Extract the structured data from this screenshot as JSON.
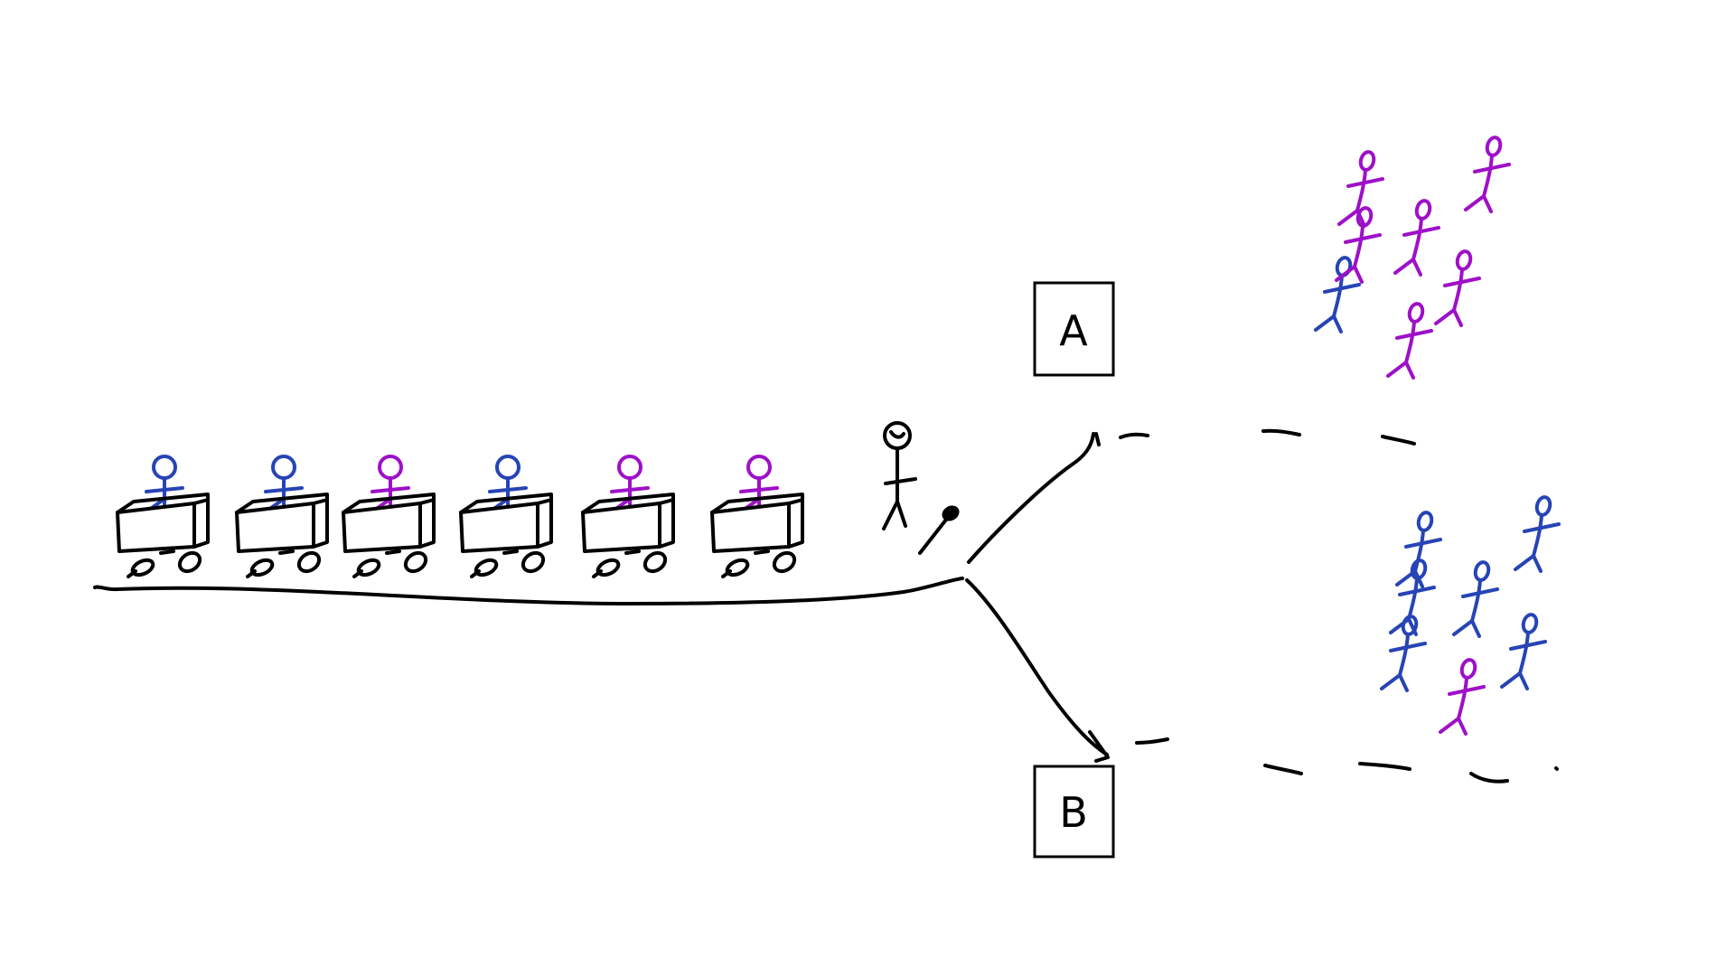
{
  "colors": {
    "ink": "#000000",
    "group_blue": "#2744b5",
    "group_purple": "#9e10c8",
    "background": "#ffffff"
  },
  "labels": {
    "box_a": "A",
    "box_b": "B"
  },
  "cart_riders": [
    "blue",
    "blue",
    "purple",
    "blue",
    "purple",
    "purple"
  ],
  "group_a_people": [
    "purple",
    "purple",
    "purple",
    "blue",
    "purple",
    "purple",
    "purple"
  ],
  "group_b_people": [
    "blue",
    "blue",
    "blue",
    "blue",
    "blue",
    "blue",
    "purple"
  ],
  "lever_operator_icon": "stick-figure-icon",
  "lever_icon": "track-switch-lever-icon"
}
